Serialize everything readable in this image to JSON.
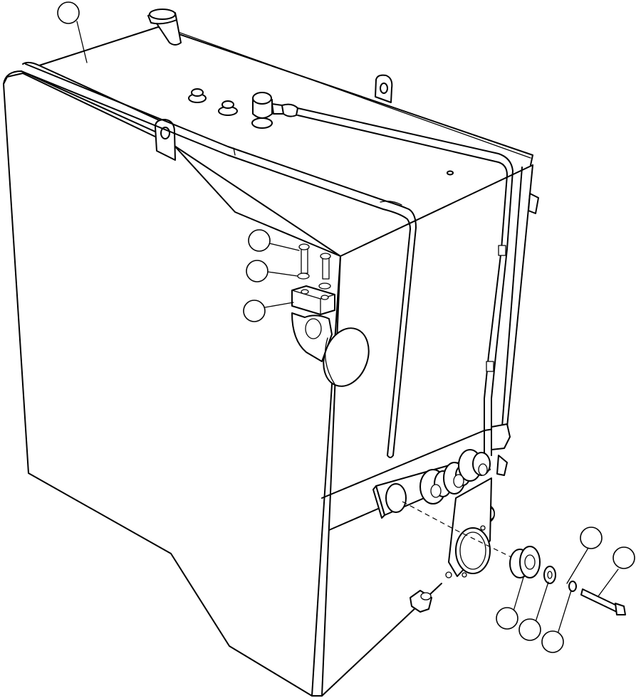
{
  "diagram": {
    "callouts": [
      {
        "id": "c1",
        "label": ""
      },
      {
        "id": "c2",
        "label": ""
      },
      {
        "id": "c3",
        "label": ""
      },
      {
        "id": "c4",
        "label": ""
      },
      {
        "id": "c5",
        "label": ""
      },
      {
        "id": "c6",
        "label": ""
      },
      {
        "id": "c7",
        "label": ""
      },
      {
        "id": "c8",
        "label": ""
      },
      {
        "id": "c9",
        "label": ""
      },
      {
        "id": "c10",
        "label": ""
      }
    ]
  }
}
